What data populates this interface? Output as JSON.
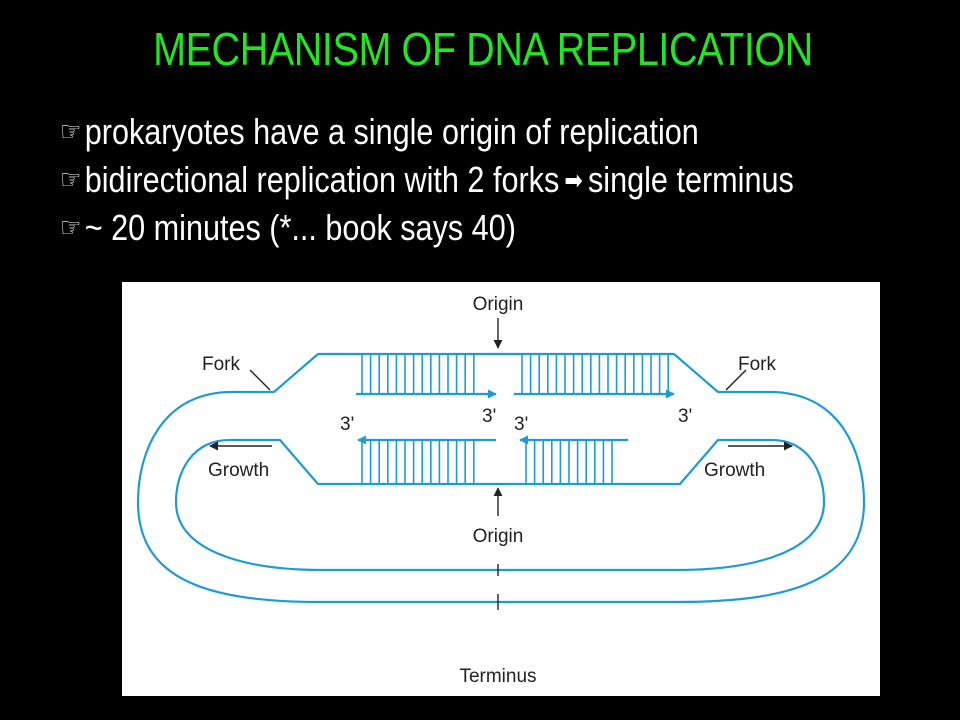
{
  "slide": {
    "title": "MECHANISM OF DNA REPLICATION",
    "title_color": "#22e622",
    "background": "#000000",
    "text_color": "#ffffff",
    "bullet_icon": "pointing-hand-icon",
    "bullet_marker": "☞",
    "bullets": [
      {
        "text": "prokaryotes have a single origin of replication"
      },
      {
        "text": "bidirectional replication with 2 forks",
        "arrow": "➡",
        "text_after": "single terminus"
      },
      {
        "text": "~ 20 minutes (*... book says 40)"
      }
    ]
  },
  "diagram": {
    "strand_color": "#1e9bd7",
    "label_color": "#222222",
    "labels": {
      "origin_top": "Origin",
      "origin_bottom": "Origin",
      "fork_left": "Fork",
      "fork_right": "Fork",
      "growth_left": "Growth",
      "growth_right": "Growth",
      "terminus": "Terminus",
      "three_prime_1": "3'",
      "three_prime_2": "3'",
      "three_prime_3": "3'",
      "three_prime_4": "3'"
    }
  }
}
